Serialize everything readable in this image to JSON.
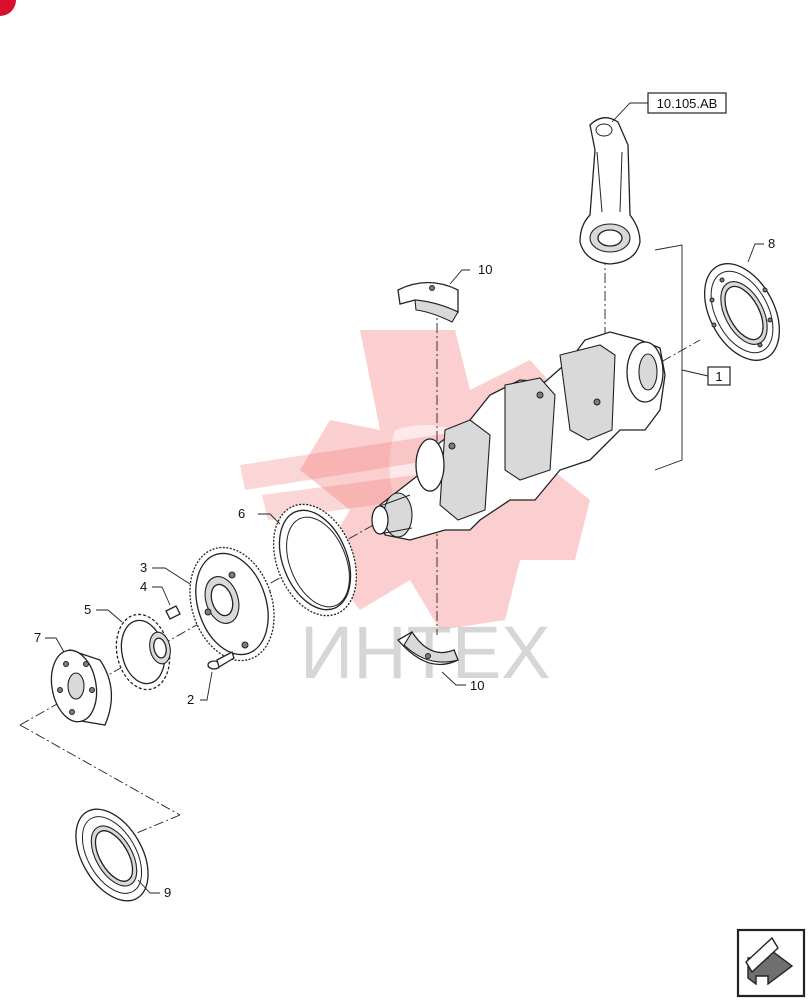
{
  "callouts": {
    "p1": "1",
    "p2": "2",
    "p3": "3",
    "p4": "4",
    "p5": "5",
    "p6": "6",
    "p7": "7",
    "p8": "8",
    "p9": "9",
    "p10_top": "10",
    "p10_bottom": "10"
  },
  "reference": "10.105.AB",
  "watermark": "ИНТЕХ",
  "icons": {
    "corner_badge": "red-corner-icon",
    "nav": "next-page-arrow-icon",
    "watermark": "gear-logo-icon"
  },
  "colors": {
    "watermark_gear": "#f26b6b",
    "watermark_text": "#c9c9c9",
    "badge": "#d8102e"
  }
}
